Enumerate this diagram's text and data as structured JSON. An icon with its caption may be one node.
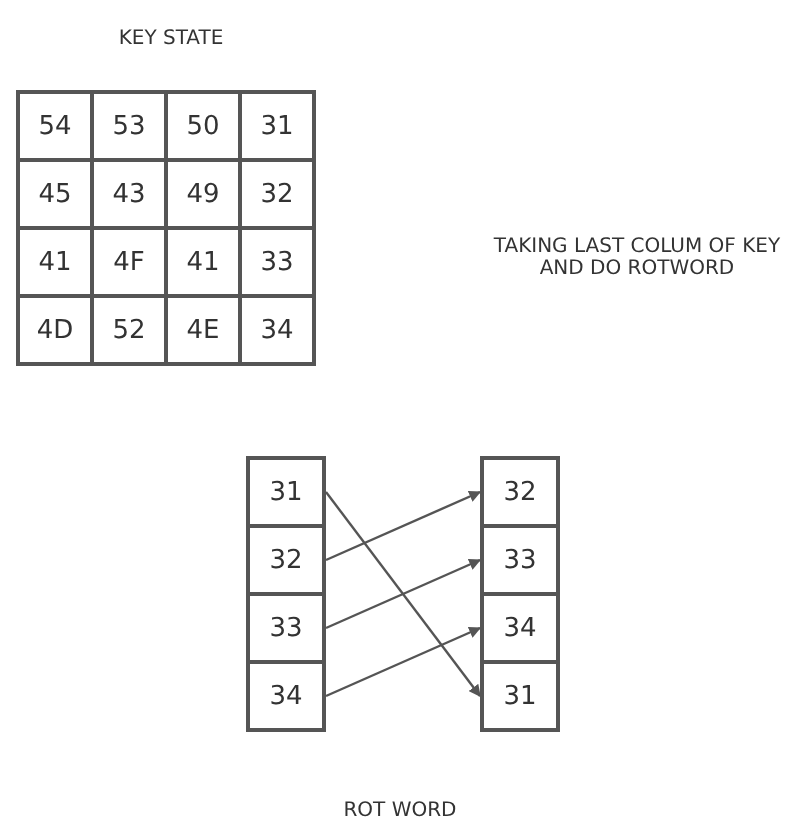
{
  "diagram": {
    "title": "KEY STATE",
    "caption": "ROT WORD",
    "nodes": [
      {
        "text": [
          "31"
        ]
      },
      {
        "text": [
          "32"
        ]
      },
      {
        "text": [
          "33"
        ]
      },
      {
        "text": [
          "34"
        ]
      },
      {
        "text": [
          "32"
        ]
      },
      {
        "text": [
          "33"
        ]
      },
      {
        "text": [
          "34"
        ]
      },
      {
        "text": [
          "31"
        ]
      }
    ],
    "edges": [
      {
        "from": 0,
        "to": 7,
        "arrow": "to"
      },
      {
        "from": 1,
        "to": 4,
        "arrow": "to"
      },
      {
        "from": 2,
        "to": 5,
        "arrow": "to"
      },
      {
        "from": 3,
        "to": 6,
        "arrow": "to"
      }
    ],
    "labels": [
      "54",
      "53",
      "50",
      "31",
      "45",
      "43",
      "49",
      "32",
      "41",
      "4F",
      "41",
      "33",
      "4D",
      "52",
      "4E",
      "34",
      "TAKING LAST COLUM OF KEY AND DO ROTWORD"
    ]
  }
}
